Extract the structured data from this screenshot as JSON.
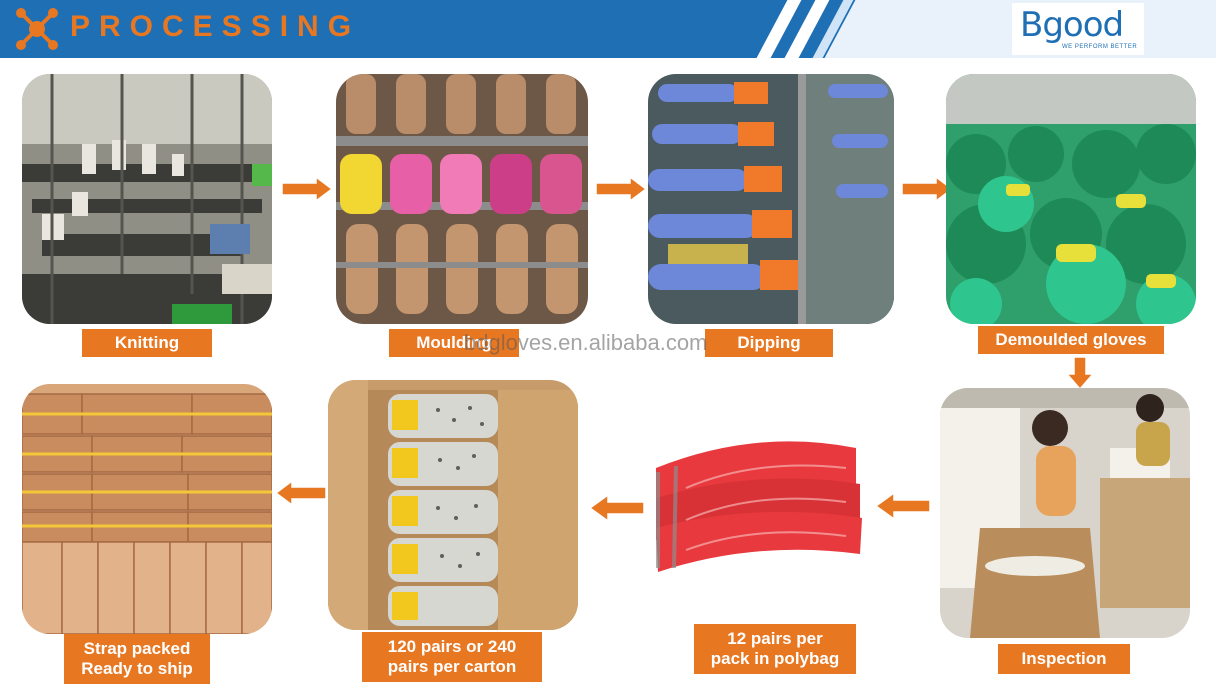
{
  "header": {
    "title": "PROCESSING",
    "logo_text": "Bgood",
    "logo_tagline": "WE PERFORM BETTER"
  },
  "steps": [
    {
      "label": "Knitting"
    },
    {
      "label": "Moulding"
    },
    {
      "label": "Dipping"
    },
    {
      "label": "Demoulded gloves"
    },
    {
      "label": "Inspection"
    },
    {
      "label": "12 pairs per\npack in polybag"
    },
    {
      "label": "120 pairs or 240\npairs per carton"
    },
    {
      "label": "Strap packed\nReady to ship"
    }
  ],
  "watermark": "bdgloves.en.alibaba.com",
  "colors": {
    "accent": "#e87722",
    "brand": "#1f6fb5"
  }
}
